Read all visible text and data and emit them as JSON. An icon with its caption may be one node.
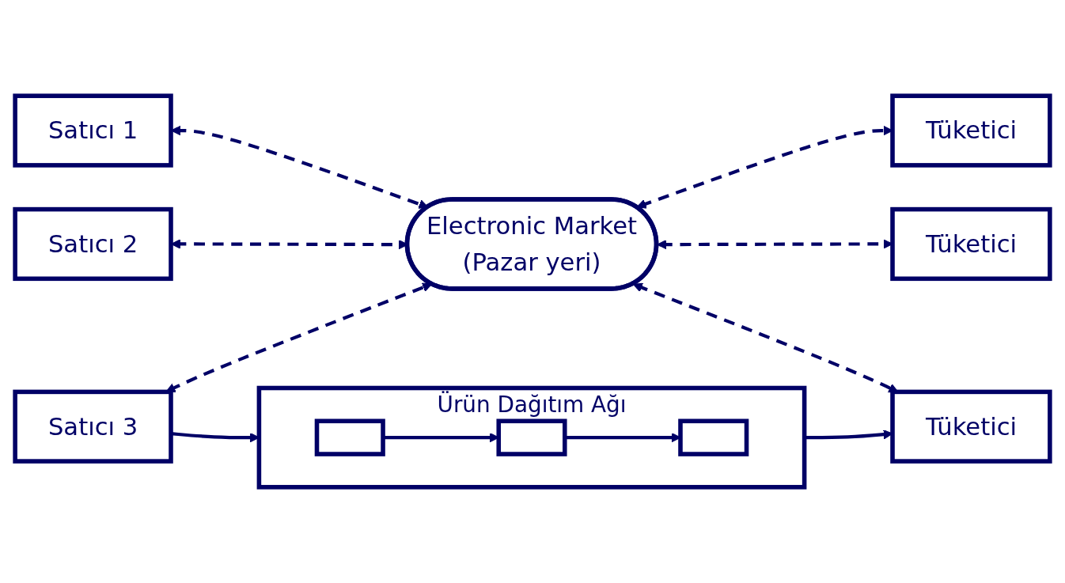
{
  "diagram": {
    "nodes": [
      {
        "text": [
          "Satıcı 1"
        ]
      },
      {
        "text": [
          "Satıcı 2"
        ]
      },
      {
        "text": [
          "Satıcı 3"
        ]
      },
      {
        "text": [
          "Electronic Market",
          "(Pazar yeri)"
        ]
      },
      {
        "text": [
          "Tüketici"
        ]
      },
      {
        "text": [
          "Tüketici"
        ]
      },
      {
        "text": [
          "Tüketici"
        ]
      },
      {
        "text": [
          "Ürün Dağıtım Ağı"
        ]
      },
      {
        "text": [],
        "shape": "box",
        "in": 7
      },
      {
        "text": [],
        "shape": "box",
        "in": 7
      },
      {
        "text": [],
        "shape": "box",
        "in": 7
      }
    ],
    "edges": [
      {
        "from": 0,
        "to": 3,
        "arrow": "both",
        "style": "dashed"
      },
      {
        "from": 1,
        "to": 3,
        "arrow": "both",
        "style": "dashed"
      },
      {
        "from": 2,
        "to": 3,
        "arrow": "both",
        "style": "dashed"
      },
      {
        "from": 3,
        "to": 4,
        "arrow": "both",
        "style": "dashed"
      },
      {
        "from": 3,
        "to": 5,
        "arrow": "both",
        "style": "dashed"
      },
      {
        "from": 3,
        "to": 6,
        "arrow": "both",
        "style": "dashed"
      },
      {
        "from": 2,
        "to": 7,
        "arrow": "to"
      },
      {
        "from": 8,
        "to": 9,
        "arrow": "to"
      },
      {
        "from": 9,
        "to": 10,
        "arrow": "to"
      },
      {
        "from": 7,
        "to": 6,
        "arrow": "to"
      }
    ]
  }
}
